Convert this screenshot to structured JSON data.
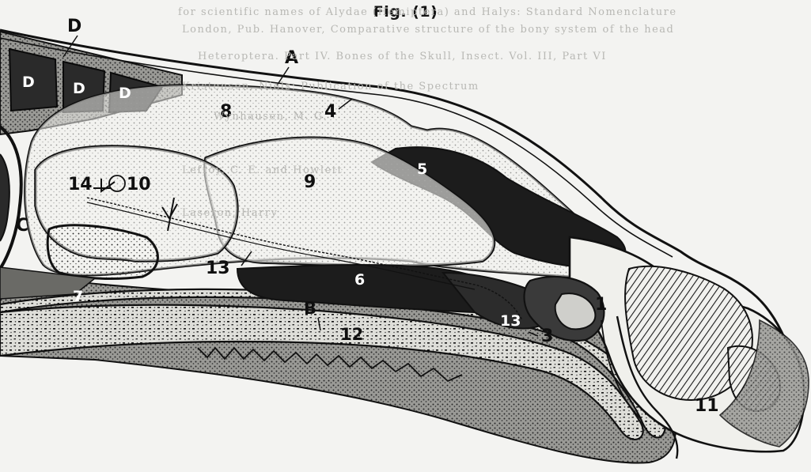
{
  "title": "Fig. (1)",
  "background_text": [
    "for scientific names of Alydae (Hemiptera) and Halys: Standard Nomenclature",
    "London, Pub. Hanover, Comparative structure of the bony system of the head",
    "Heteroptera. Part IV. Bones of the Skull, Insect. Vol. III, Part VI",
    "Kristensen, Niels: Publication of the Spectrum",
    "Wynhausen, M. G.",
    "Lefroy, C. E. and Howlett",
    "Laseron, Harry"
  ],
  "labels": {
    "A": "A",
    "B": "B",
    "C": "C",
    "D_main": "D",
    "D1": "D",
    "D2": "D",
    "D3": "D",
    "n1": "1",
    "n3": "3",
    "n4": "4",
    "n5": "5",
    "n6": "6",
    "n7": "7",
    "n8": "8",
    "n9": "9",
    "n10": "10",
    "n11": "11",
    "n12": "12",
    "n13a": "13",
    "n13b": "13",
    "n14": "14"
  },
  "colors": {
    "ink": "#111111",
    "paper": "#f3f3f1",
    "dark_fill": "#1c1c1c",
    "mid_fill": "#7a7a7a",
    "light_fill": "#e6e6e2"
  }
}
